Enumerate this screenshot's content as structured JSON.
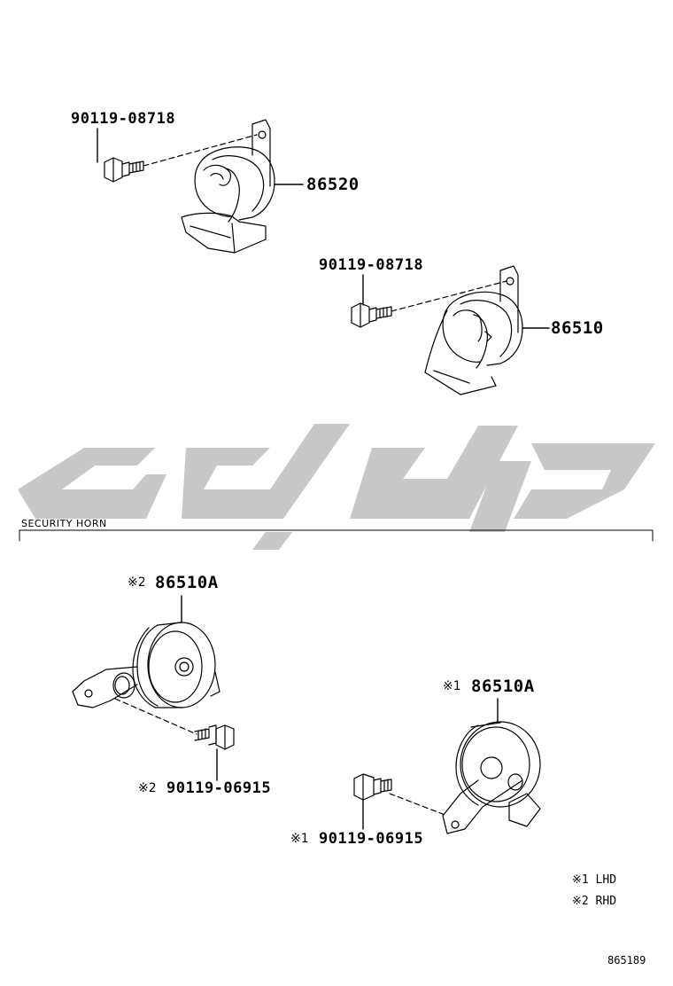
{
  "parts": {
    "bolt_upper": "90119-08718",
    "horn_upper": "86520",
    "bolt_middle": "90119-08718",
    "horn_middle": "86510",
    "horn_rhd": "86510A",
    "horn_lhd": "86510A",
    "bolt_rhd": "90119-06915",
    "bolt_lhd": "90119-06915"
  },
  "marks": {
    "rhd": "※2",
    "lhd": "※1"
  },
  "section": {
    "title": "SECURITY HORN"
  },
  "legend": {
    "lhd": "※1 LHD",
    "rhd": "※2 RHD"
  },
  "illustration_id": "865189",
  "colors": {
    "line": "#000000",
    "watermark": "#c8c8c8"
  }
}
